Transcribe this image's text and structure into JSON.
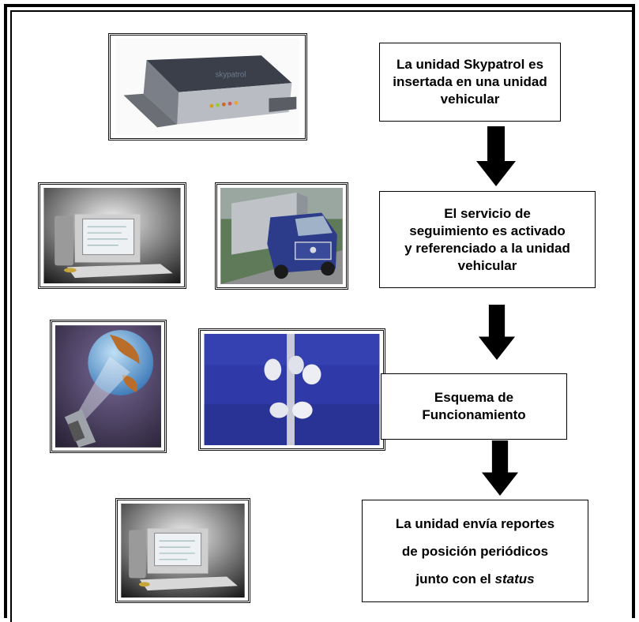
{
  "steps": [
    {
      "text": "La unidad Skypatrol es\ninsertada en una unidad\nvehicular"
    },
    {
      "text": "El servicio de\nseguimiento es activado\ny referenciado a la unidad\nvehicular"
    },
    {
      "text": "Esquema de\nFuncionamiento"
    },
    {
      "line1": "La unidad envía reportes",
      "line2": "de posición periódicos",
      "line3_prefix": "junto con el ",
      "line3_status": "status"
    }
  ],
  "device_brand": "skypatrol",
  "icons": [
    "skypatrol-device",
    "desktop-computer",
    "truck",
    "globe-satellite-phone",
    "antenna-tower",
    "desktop-computer"
  ]
}
